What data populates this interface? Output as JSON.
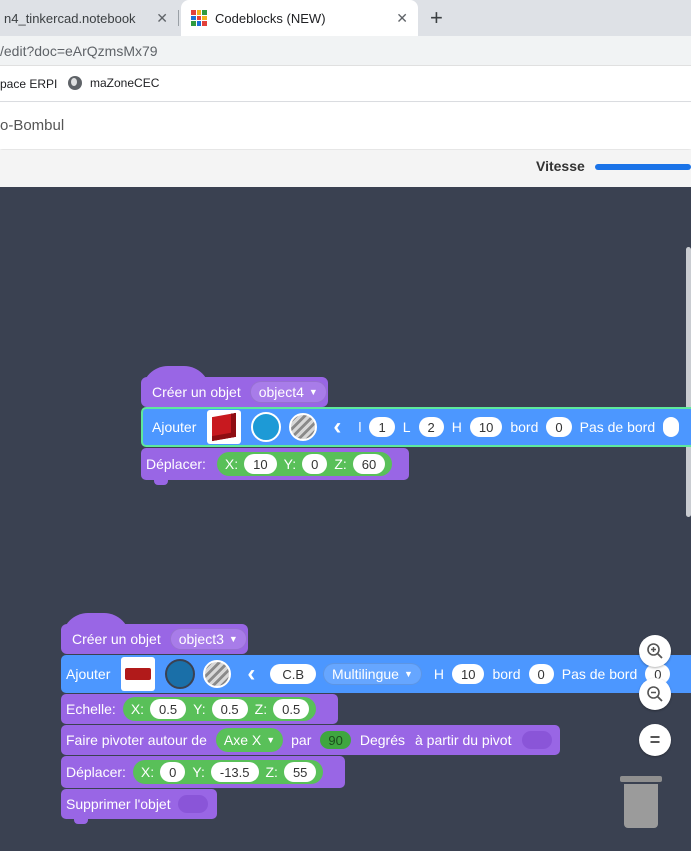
{
  "browser": {
    "tabs": [
      {
        "label": "n4_tinkercad.notebook",
        "active": false
      },
      {
        "label": "Codeblocks (NEW)",
        "active": true
      }
    ],
    "close_glyph": "✕",
    "new_tab_glyph": "+",
    "url": "/edit?doc=eArQzmsMx79",
    "bookmarks": [
      "pace ERPI",
      "maZoneCEC"
    ]
  },
  "app": {
    "title": "o-Bombul",
    "speed_label": "Vitesse",
    "speed_value_fraction": 1.0
  },
  "blocks": {
    "group1": {
      "create_label": "Créer un objet",
      "object_name": "object4",
      "add_label": "Ajouter",
      "shape_icon": "red-cube",
      "color": "#1d9ad6",
      "params": [
        {
          "label": "l",
          "value": "1"
        },
        {
          "label": "L",
          "value": "2"
        },
        {
          "label": "H",
          "value": "10"
        },
        {
          "label": "bord",
          "value": "0"
        },
        {
          "label": "Pas de bord",
          "value": ""
        }
      ],
      "move_label": "Déplacer:",
      "move": {
        "x_label": "X:",
        "x": "10",
        "y_label": "Y:",
        "y": "0",
        "z_label": "Z:",
        "z": "60"
      }
    },
    "group2": {
      "create_label": "Créer un objet",
      "object_name": "object3",
      "add_label": "Ajouter",
      "shape_icon": "red-text-shape",
      "text_value": "C.B",
      "font_value": "Multilingue",
      "params": [
        {
          "label": "H",
          "value": "10"
        },
        {
          "label": "bord",
          "value": "0"
        },
        {
          "label": "Pas de bord",
          "value": "0"
        }
      ],
      "scale_label": "Echelle:",
      "scale": {
        "x_label": "X:",
        "x": "0.5",
        "y_label": "Y:",
        "y": "0.5",
        "z_label": "Z:",
        "z": "0.5"
      },
      "rotate_label": "Faire pivoter autour de",
      "rotate_axis": "Axe X",
      "rotate_by": "par",
      "rotate_degrees": "90",
      "rotate_unit": "Degrés",
      "rotate_pivot": "à partir du pivot",
      "move_label": "Déplacer:",
      "move": {
        "x_label": "X:",
        "x": "0",
        "y_label": "Y:",
        "y": "-13.5",
        "z_label": "Z:",
        "z": "55"
      },
      "delete_label": "Supprimer l'objet"
    }
  },
  "controls": {
    "zoom_in": "zoom-in-icon",
    "zoom_out": "zoom-out-icon",
    "reset": "=",
    "trash": "trash-icon"
  },
  "colors": {
    "workspace": "#3a4151",
    "purple_block": "#9966e5",
    "blue_block": "#4c97ff",
    "green_field": "#59c059",
    "highlight": "#5ee89c"
  }
}
